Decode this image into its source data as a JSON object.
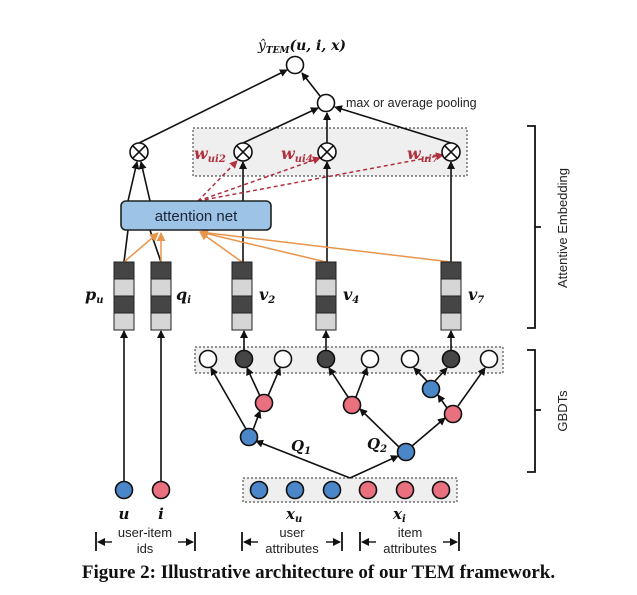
{
  "output_label": {
    "base": "ŷ",
    "sub": "TEM",
    "args": "(u, i, x)"
  },
  "pooling_label": "max or average pooling",
  "attention_label": "attention net",
  "weights": [
    {
      "base": "w",
      "sub": "ui2"
    },
    {
      "base": "w",
      "sub": "ui4"
    },
    {
      "base": "w",
      "sub": "ui7"
    }
  ],
  "embeddings": [
    {
      "base": "p",
      "sub": "u"
    },
    {
      "base": "q",
      "sub": "i"
    },
    {
      "base": "v",
      "sub": "2"
    },
    {
      "base": "v",
      "sub": "4"
    },
    {
      "base": "v",
      "sub": "7"
    }
  ],
  "trees": [
    {
      "base": "Q",
      "sub": "1"
    },
    {
      "base": "Q",
      "sub": "2"
    }
  ],
  "inputs": {
    "u": "u",
    "i": "i",
    "xu": {
      "base": "x",
      "sub": "u"
    },
    "xi": {
      "base": "x",
      "sub": "i"
    }
  },
  "groups": {
    "ids": [
      "user-item",
      "ids"
    ],
    "user_attr": [
      "user",
      "attributes"
    ],
    "item_attr": [
      "item",
      "attributes"
    ]
  },
  "brackets": {
    "attentive": "Attentive Embedding",
    "gbdt": "GBDTs"
  },
  "colors": {
    "blue": "#4a86c8",
    "pink": "#e8707f",
    "dark": "#454545",
    "light": "#d6d6d6",
    "attention_fill": "#9dc3e6",
    "orange": "#e8944a",
    "dashed_red": "#b03040"
  },
  "caption": "Figure 2: Illustrative architecture of our TEM framework."
}
